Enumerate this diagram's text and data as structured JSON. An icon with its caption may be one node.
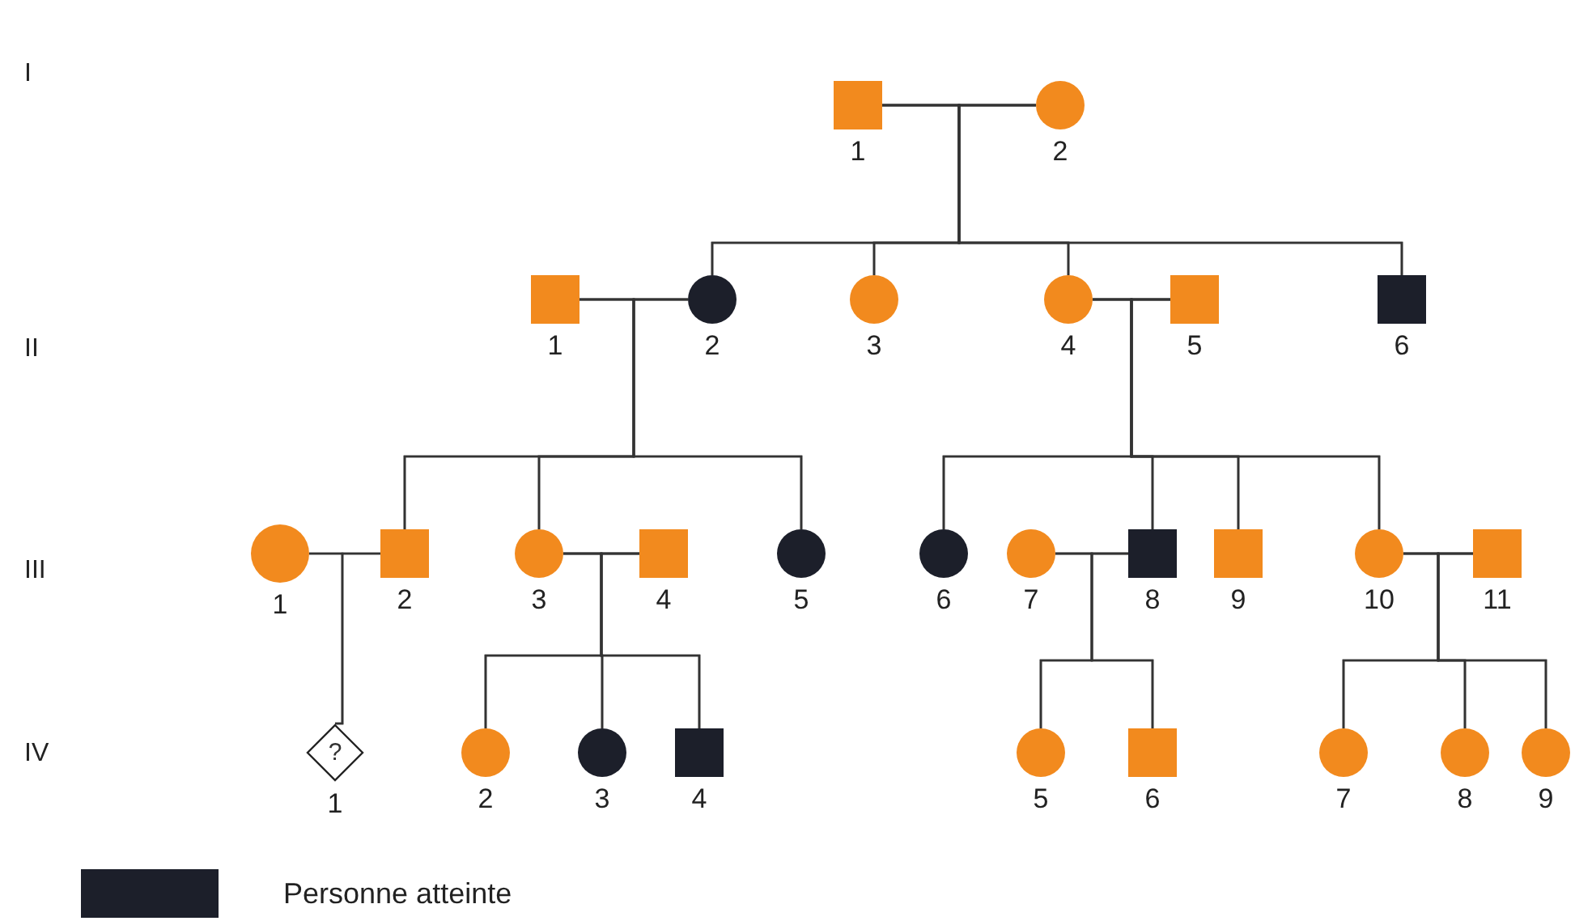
{
  "diagram": {
    "nodes": [
      {
        "text": [],
        "shape": "box",
        "beside": [
          "1"
        ]
      },
      {
        "text": [],
        "shape": "circle",
        "beside": [
          "2"
        ]
      },
      {
        "text": [],
        "shape": "box",
        "beside": [
          "1"
        ]
      },
      {
        "text": [],
        "shape": "circle",
        "beside": [
          "2"
        ]
      },
      {
        "text": [],
        "shape": "circle",
        "beside": [
          "3"
        ]
      },
      {
        "text": [],
        "shape": "circle",
        "beside": [
          "4"
        ]
      },
      {
        "text": [],
        "shape": "box",
        "beside": [
          "5"
        ]
      },
      {
        "text": [],
        "shape": "box",
        "beside": [
          "6"
        ]
      },
      {
        "text": [],
        "shape": "circle",
        "beside": [
          "1"
        ]
      },
      {
        "text": [],
        "shape": "box",
        "beside": [
          "2"
        ]
      },
      {
        "text": [],
        "shape": "circle",
        "beside": [
          "3"
        ]
      },
      {
        "text": [],
        "shape": "box",
        "beside": [
          "4"
        ]
      },
      {
        "text": [],
        "shape": "circle",
        "beside": [
          "5"
        ]
      },
      {
        "text": [],
        "shape": "circle",
        "beside": [
          "6"
        ]
      },
      {
        "text": [],
        "shape": "circle",
        "beside": [
          "7"
        ]
      },
      {
        "text": [],
        "shape": "box",
        "beside": [
          "8"
        ]
      },
      {
        "text": [],
        "shape": "box",
        "beside": [
          "9"
        ]
      },
      {
        "text": [],
        "shape": "circle",
        "beside": [
          "10"
        ]
      },
      {
        "text": [],
        "shape": "box",
        "beside": [
          "11"
        ]
      },
      {
        "text": [
          "?"
        ],
        "beside": [
          "1"
        ]
      },
      {
        "text": [],
        "shape": "circle",
        "beside": [
          "2"
        ]
      },
      {
        "text": [],
        "shape": "circle",
        "beside": [
          "3"
        ]
      },
      {
        "text": [],
        "shape": "box",
        "beside": [
          "4"
        ]
      },
      {
        "text": [],
        "shape": "circle",
        "beside": [
          "5"
        ]
      },
      {
        "text": [],
        "shape": "box",
        "beside": [
          "6"
        ]
      },
      {
        "text": [],
        "shape": "circle",
        "beside": [
          "7"
        ]
      },
      {
        "text": [],
        "shape": "circle",
        "beside": [
          "8"
        ]
      },
      {
        "text": [],
        "shape": "circle",
        "beside": [
          "9"
        ]
      }
    ],
    "edges": [
      {
        "from": 0,
        "to": 1,
        "arrow": "none"
      },
      {
        "from": 0,
        "to": 3,
        "arrow": "none"
      },
      {
        "from": 1,
        "to": 3,
        "arrow": "none"
      },
      {
        "from": 0,
        "to": 4,
        "arrow": "none"
      },
      {
        "from": 1,
        "to": 4,
        "arrow": "none"
      },
      {
        "from": 0,
        "to": 5,
        "arrow": "none"
      },
      {
        "from": 1,
        "to": 5,
        "arrow": "none"
      },
      {
        "from": 0,
        "to": 7,
        "arrow": "none"
      },
      {
        "from": 1,
        "to": 7,
        "arrow": "none"
      },
      {
        "from": 2,
        "to": 3,
        "arrow": "none"
      },
      {
        "from": 5,
        "to": 6,
        "arrow": "none"
      },
      {
        "from": 2,
        "to": 9,
        "arrow": "none"
      },
      {
        "from": 3,
        "to": 9,
        "arrow": "none"
      },
      {
        "from": 2,
        "to": 10,
        "arrow": "none"
      },
      {
        "from": 3,
        "to": 10,
        "arrow": "none"
      },
      {
        "from": 2,
        "to": 12,
        "arrow": "none"
      },
      {
        "from": 3,
        "to": 12,
        "arrow": "none"
      },
      {
        "from": 5,
        "to": 13,
        "arrow": "none"
      },
      {
        "from": 6,
        "to": 13,
        "arrow": "none"
      },
      {
        "from": 5,
        "to": 15,
        "arrow": "none"
      },
      {
        "from": 6,
        "to": 15,
        "arrow": "none"
      },
      {
        "from": 5,
        "to": 16,
        "arrow": "none"
      },
      {
        "from": 6,
        "to": 16,
        "arrow": "none"
      },
      {
        "from": 5,
        "to": 17,
        "arrow": "none"
      },
      {
        "from": 6,
        "to": 17,
        "arrow": "none"
      },
      {
        "from": 8,
        "to": 9,
        "arrow": "none"
      },
      {
        "from": 10,
        "to": 11,
        "arrow": "none"
      },
      {
        "from": 14,
        "to": 15,
        "arrow": "none"
      },
      {
        "from": 17,
        "to": 18,
        "arrow": "none"
      },
      {
        "from": 8,
        "to": 19,
        "arrow": "none"
      },
      {
        "from": 9,
        "to": 19,
        "arrow": "none"
      },
      {
        "from": 10,
        "to": 20,
        "arrow": "none"
      },
      {
        "from": 11,
        "to": 20,
        "arrow": "none"
      },
      {
        "from": 10,
        "to": 21,
        "arrow": "none"
      },
      {
        "from": 11,
        "to": 21,
        "arrow": "none"
      },
      {
        "from": 10,
        "to": 22,
        "arrow": "none"
      },
      {
        "from": 11,
        "to": 22,
        "arrow": "none"
      },
      {
        "from": 14,
        "to": 23,
        "arrow": "none"
      },
      {
        "from": 15,
        "to": 23,
        "arrow": "none"
      },
      {
        "from": 14,
        "to": 24,
        "arrow": "none"
      },
      {
        "from": 15,
        "to": 24,
        "arrow": "none"
      },
      {
        "from": 17,
        "to": 25,
        "arrow": "none"
      },
      {
        "from": 18,
        "to": 25,
        "arrow": "none"
      },
      {
        "from": 17,
        "to": 26,
        "arrow": "none"
      },
      {
        "from": 18,
        "to": 26,
        "arrow": "none"
      },
      {
        "from": 17,
        "to": 27,
        "arrow": "none"
      },
      {
        "from": 18,
        "to": 27,
        "arrow": "none"
      }
    ],
    "labels": [
      "I",
      "II",
      "III",
      "IV"
    ],
    "legend": [
      {
        "text": "Personne atteinte",
        "color": "#1c1f2a"
      }
    ]
  }
}
